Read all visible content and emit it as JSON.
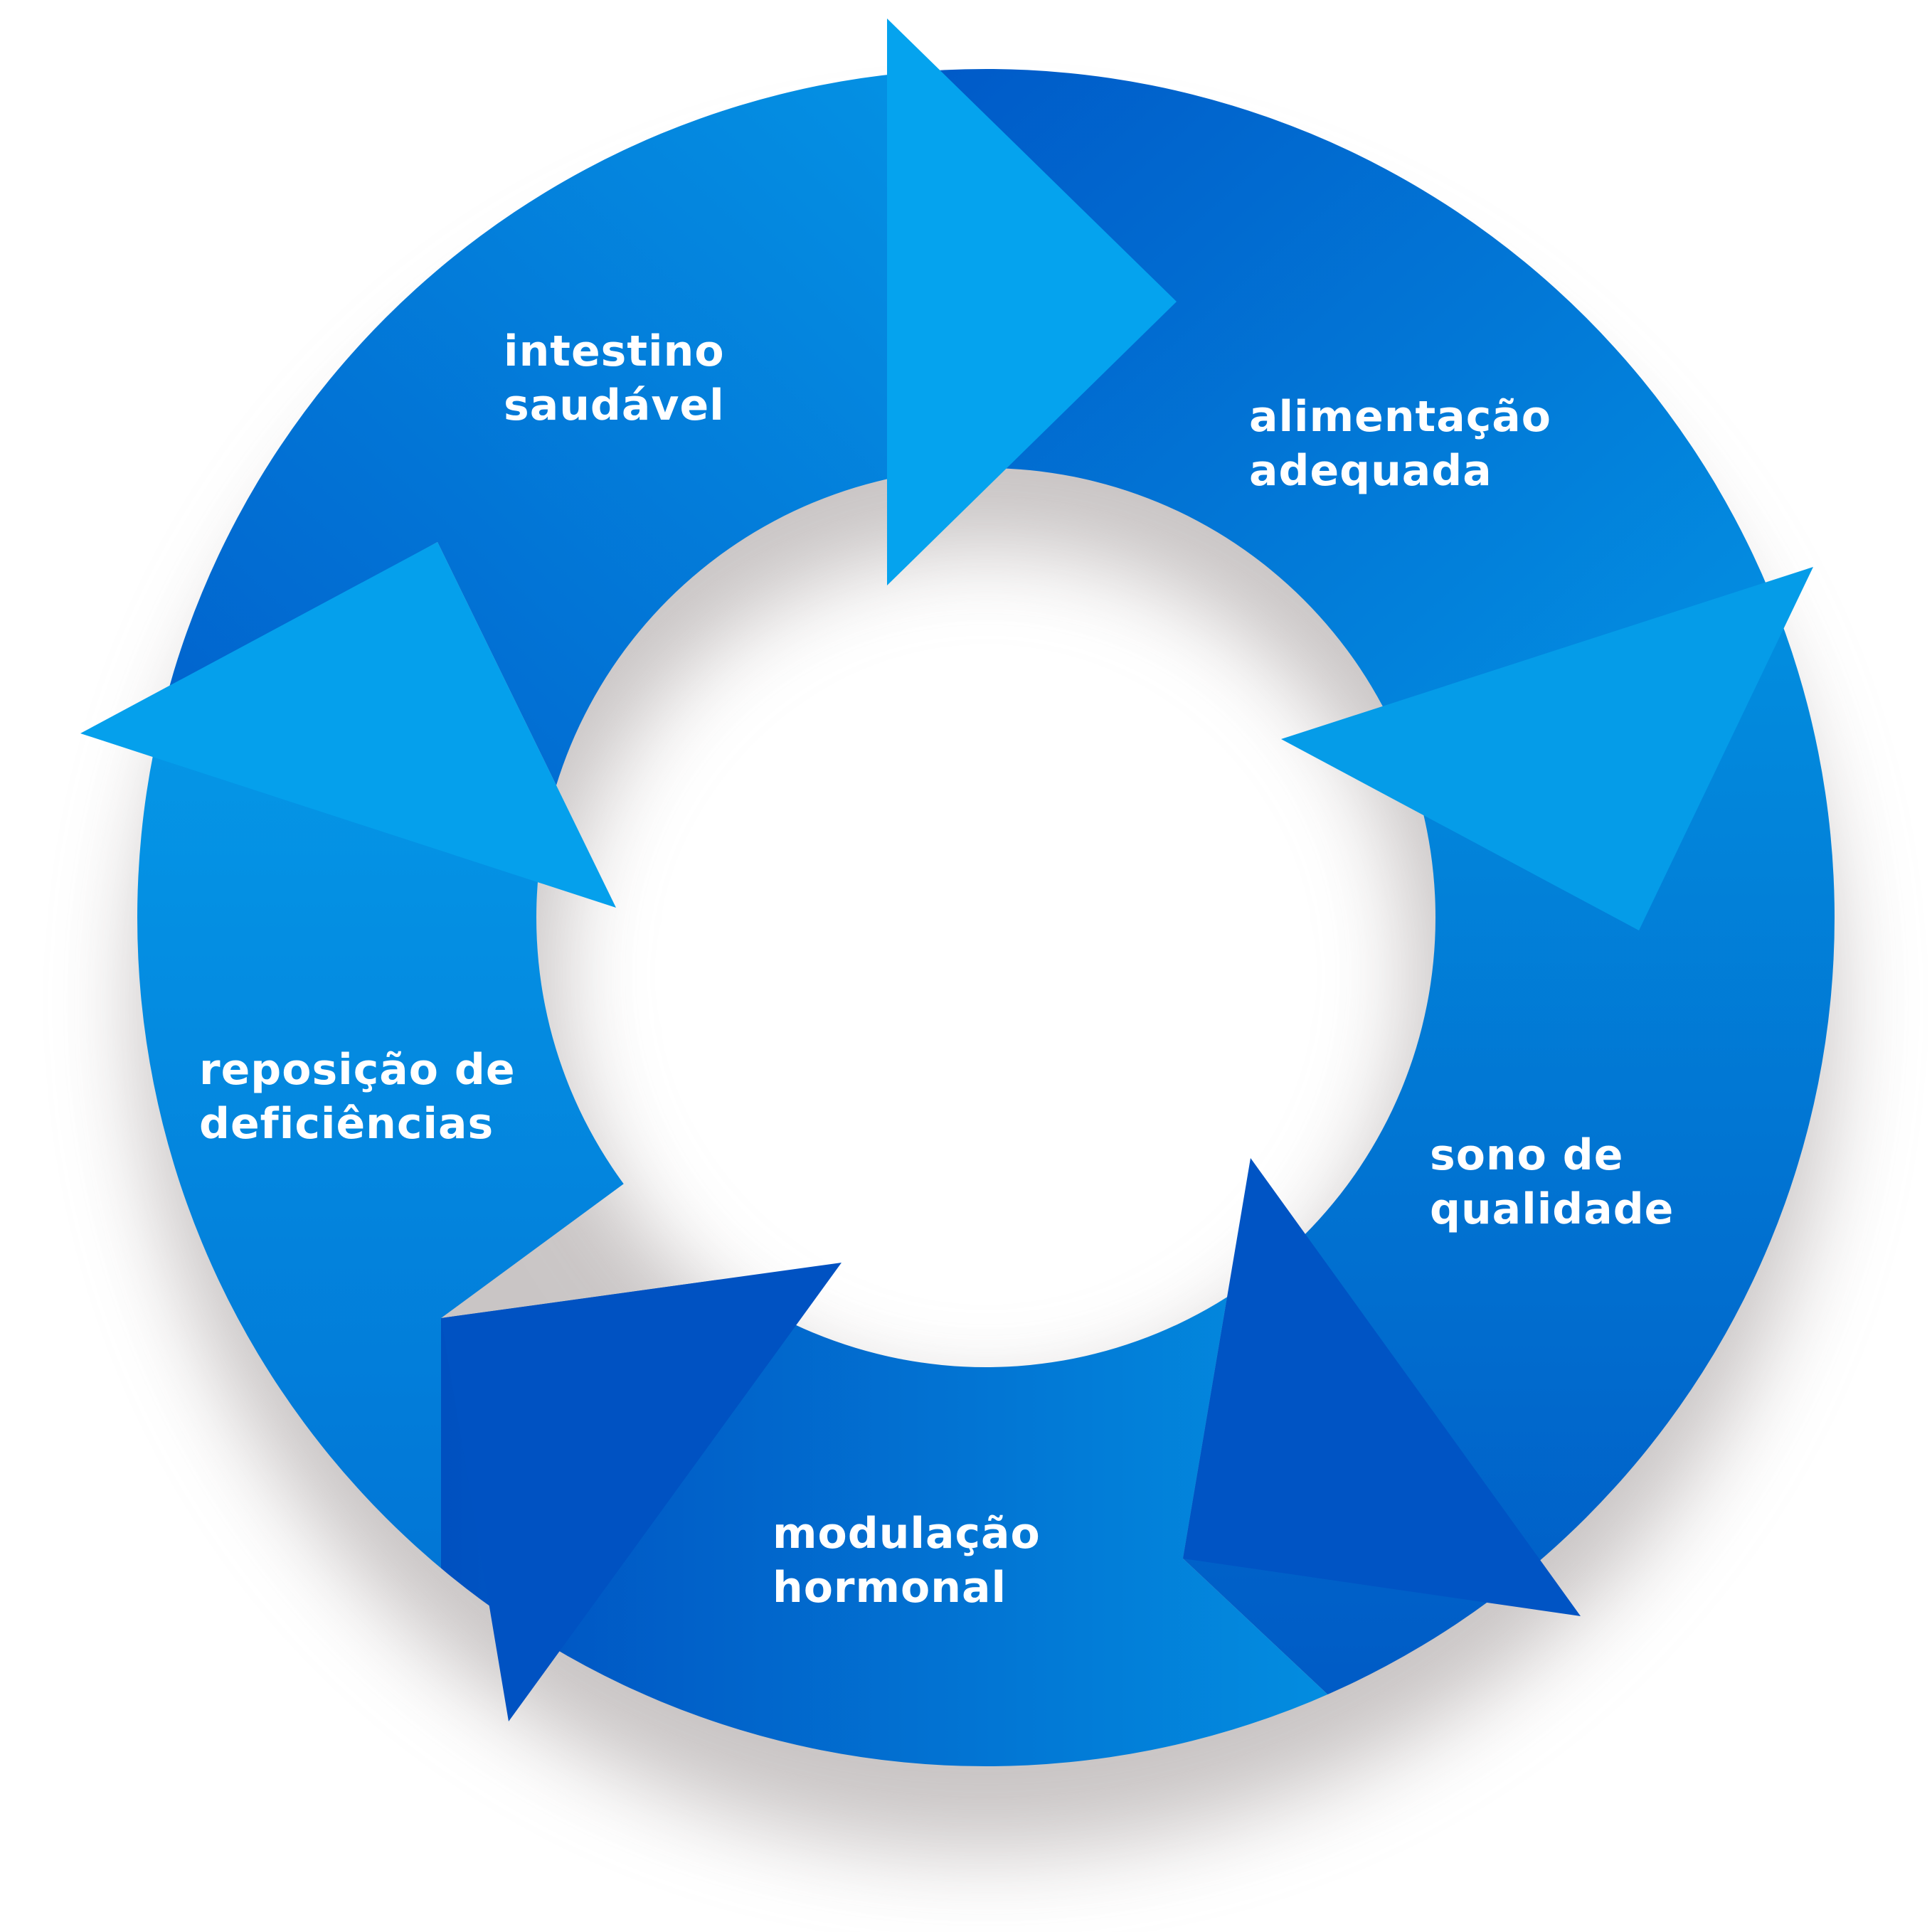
{
  "diagram": {
    "type": "cycle",
    "direction": "clockwise",
    "colors": {
      "light_blue": "#05a3ee",
      "mid_blue": "#0288dd",
      "dark_blue": "#0050c0",
      "text": "#ffffff",
      "shadow": "#b8b2b2",
      "background": "#ffffff"
    },
    "steps": [
      {
        "id": "intestino",
        "line1": "intestino",
        "line2": "saudável"
      },
      {
        "id": "alimentacao",
        "line1": "alimentação",
        "line2": "adequada"
      },
      {
        "id": "sono",
        "line1": "sono de",
        "line2": "qualidade"
      },
      {
        "id": "modulacao",
        "line1": "modulação",
        "line2": "hormonal"
      },
      {
        "id": "reposicao",
        "line1": "reposição de",
        "line2": "deficiências"
      }
    ]
  }
}
